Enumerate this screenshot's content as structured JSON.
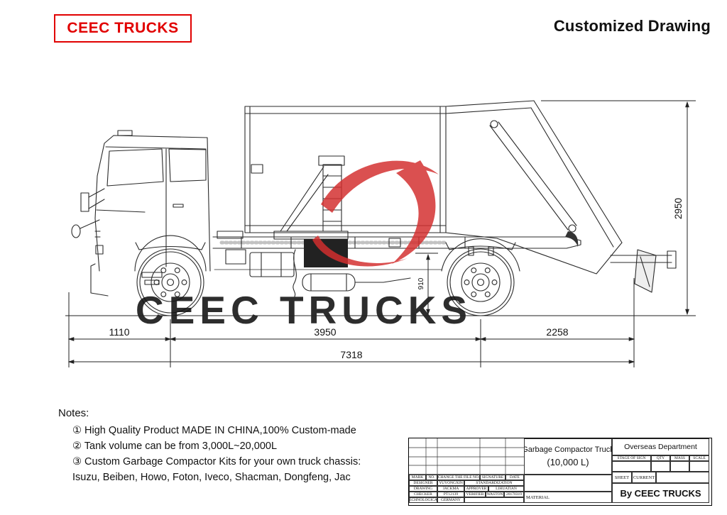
{
  "header": {
    "brand": "CEEC TRUCKS",
    "title": "Customized Drawing"
  },
  "drawing": {
    "watermark": "CEEC TRUCKS",
    "dimensions": {
      "height": "2950",
      "frame": "910",
      "front_overhang": "1110",
      "wheelbase": "3950",
      "rear_overhang": "2258",
      "total_length": "7318"
    }
  },
  "notes": {
    "title": "Notes:",
    "items": [
      "① High Quality Product MADE IN CHINA,100% Custom-made",
      "② Tank volume can be from 3,000L~20,000L",
      "③ Custom Garbage Compactor Kits for your own truck chassis:",
      "Isuzu, Beiben, Howo, Foton, Iveco, Shacman, Dongfeng, Jac"
    ]
  },
  "titleblock": {
    "product_name": "Garbage Compactor Truck",
    "capacity": "(10,000 L)",
    "department": "Overseas Department",
    "by": "By CEEC TRUCKS",
    "material": "MATERIAL",
    "mark": "MARK",
    "no": "NO.",
    "change_file": "CHANGE THE FILE NO.",
    "signature": "SIGNATURE",
    "date": "DATE",
    "designer_label": "DESIGNER",
    "designer": "YUYONGXIN",
    "standardization": "STANDARDIZATION",
    "drawing_label": "DRAWING",
    "drawing": "JACKMA",
    "approver_label": "APPROVER",
    "approver": "LIHUATIAN",
    "checker_label": "CHECKER",
    "checker_no": "PT12139",
    "verifier_label": "VERIFIER",
    "verifier": "WASTON",
    "check_date": "20170319",
    "tech_label": "TECHNOLOGICAL",
    "tech": "GERMANY",
    "stage": "STAGE OF SIGN",
    "qty": "QTY",
    "mass": "MASS",
    "scale": "SCALE",
    "sheet": "SHEET",
    "current": "CURRENT"
  }
}
